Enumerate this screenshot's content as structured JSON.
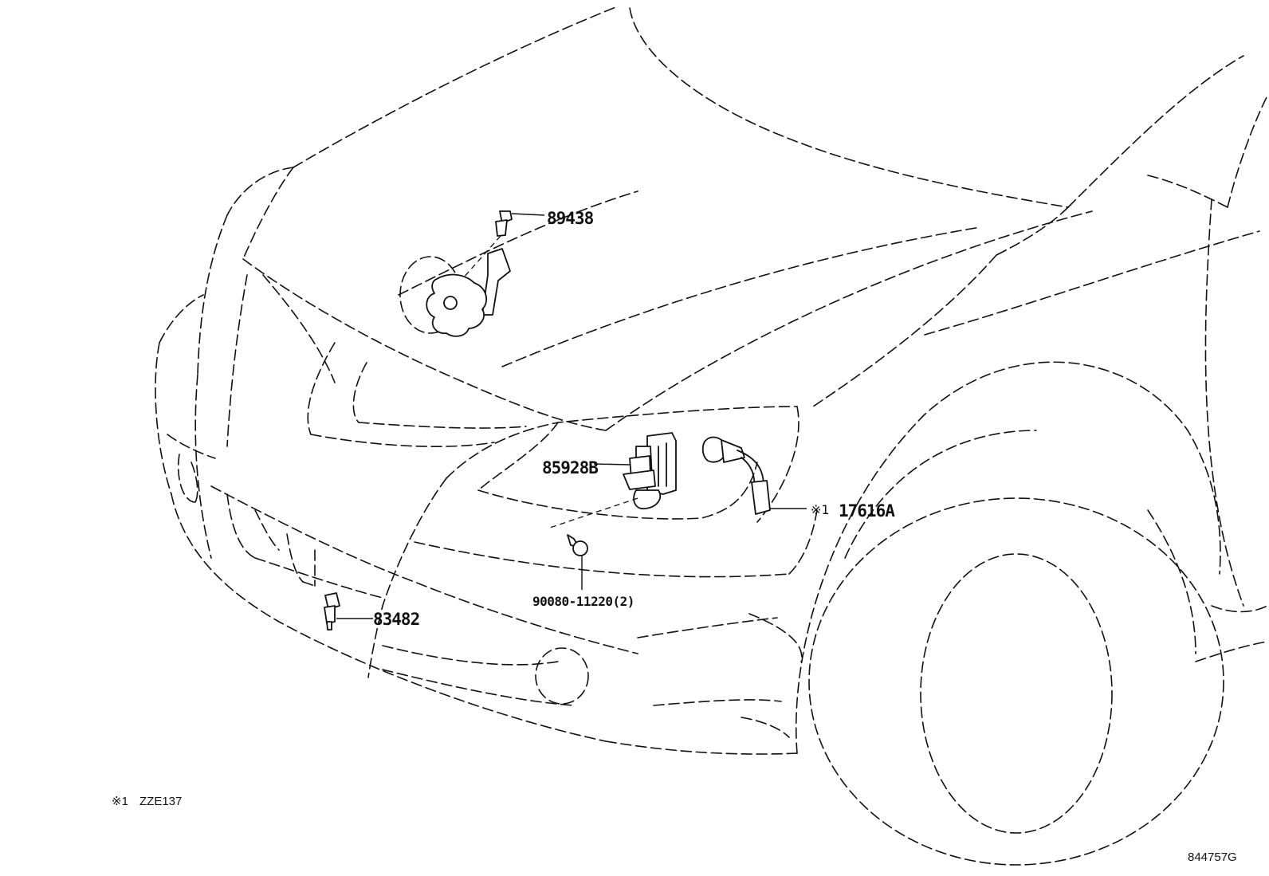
{
  "callouts": {
    "p89438": "89438",
    "p85928b": "85928B",
    "p17616a": "17616A",
    "p17616a_mark": "※1",
    "p90080": "90080-11220(2)",
    "p83482": "83482"
  },
  "footnote": {
    "mark": "※1",
    "text": "ZZE137"
  },
  "illustration_id": "844757G"
}
